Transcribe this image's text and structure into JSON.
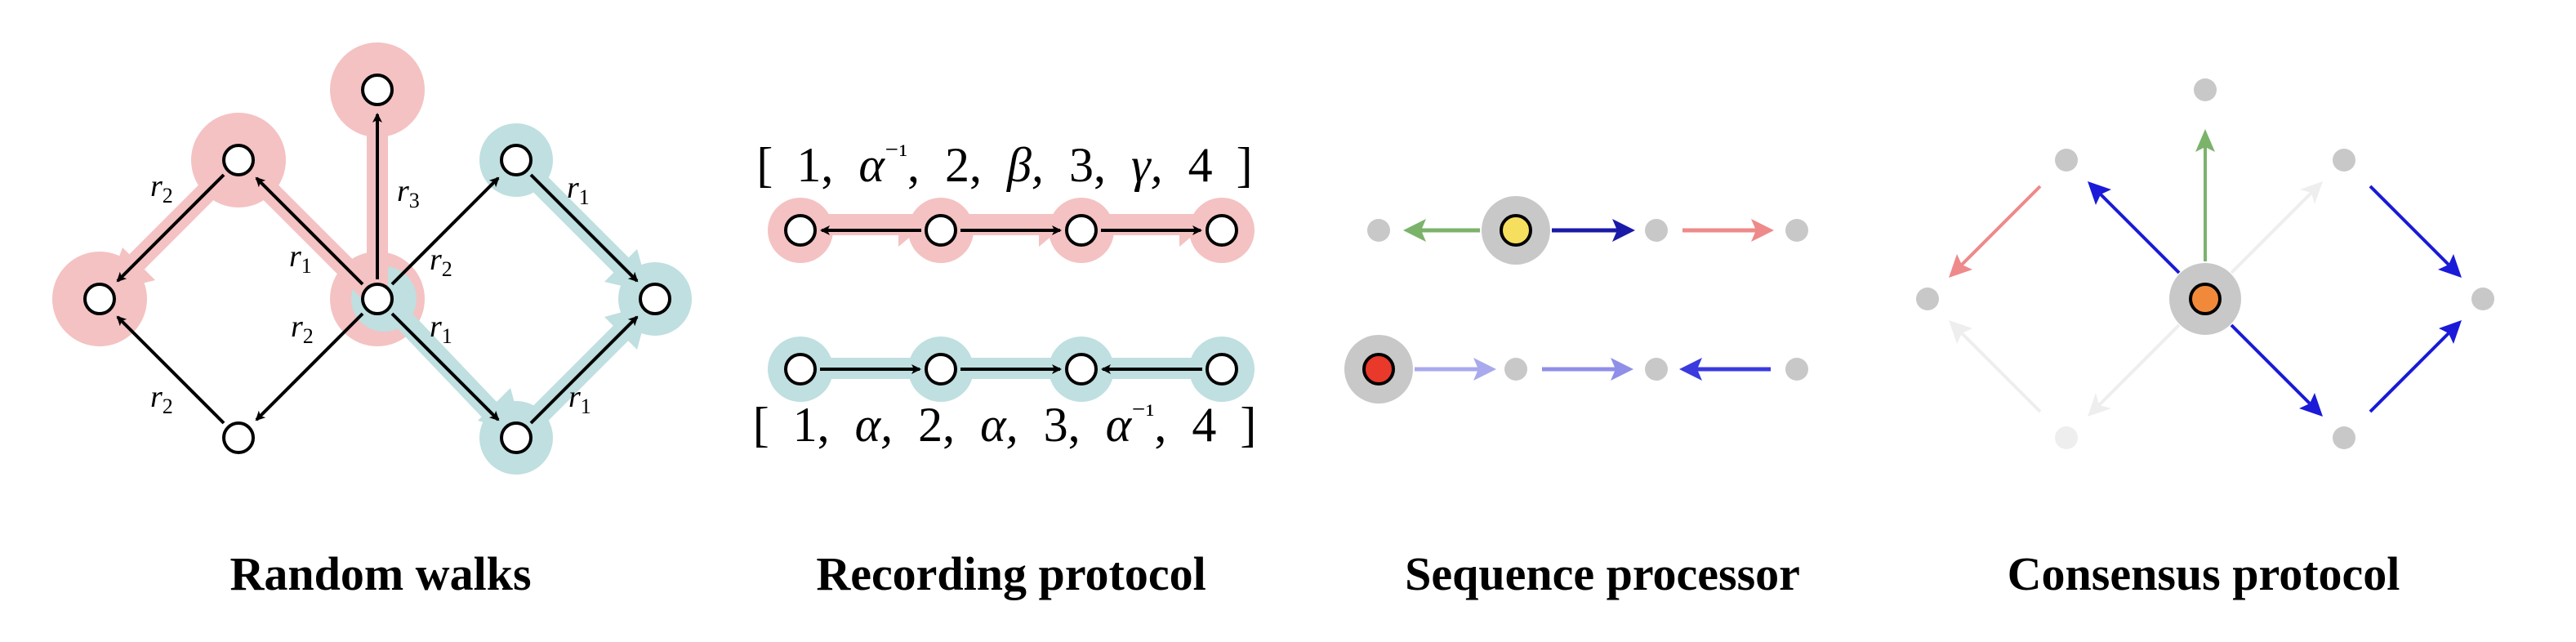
{
  "captions": {
    "random_walks": "Random walks",
    "recording_protocol": "Recording protocol",
    "sequence_processor": "Sequence processor",
    "consensus_protocol": "Consensus protocol"
  },
  "edge_labels": {
    "r": "r",
    "sub1": "1",
    "sub2": "2",
    "sub3": "3"
  },
  "sequences": {
    "top": {
      "open": "[",
      "close": "]",
      "items": [
        "1,",
        "α",
        "⁻¹",
        ",",
        "2,",
        "β,",
        "3,",
        "γ,",
        "4"
      ]
    },
    "bottom": {
      "open": "[",
      "close": "]",
      "items": [
        "1,",
        "α,",
        "2,",
        "α,",
        "3,",
        "α",
        "⁻¹",
        ",",
        "4"
      ]
    }
  },
  "colors": {
    "walk_red": "#f4c2c2",
    "walk_teal": "#bfdfe0",
    "node_gray": "#c8c8c8",
    "yellow_node": "#f6df5e",
    "red_node": "#e8392b",
    "orange_node": "#f08a3a",
    "green_arrow": "#7bb36b",
    "blue_dark": "#1a1aa8",
    "blue_mid": "#3a3adf",
    "blue_light": "#a9a9ee",
    "salmon_arrow": "#ee8a8a",
    "faint": "#eeeeee"
  }
}
